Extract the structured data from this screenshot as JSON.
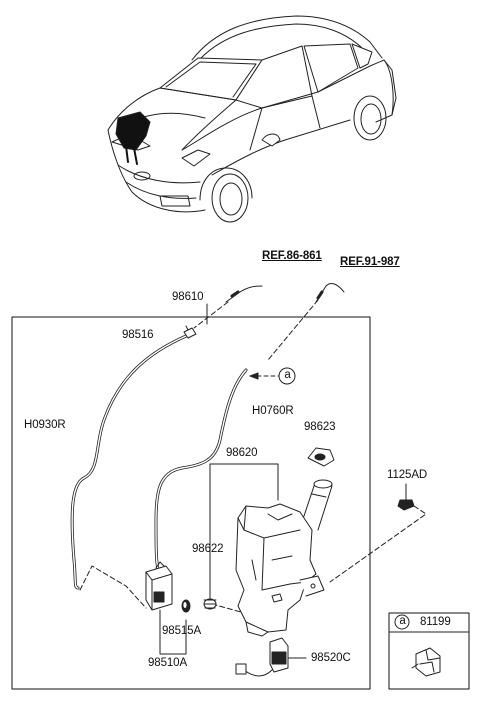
{
  "refs": {
    "ref_left": "REF.86-861",
    "ref_right": "REF.91-987"
  },
  "parts": {
    "p98610": "98610",
    "p98516": "98516",
    "h0930r": "H0930R",
    "h0760r": "H0760R",
    "p98623": "98623",
    "p98620": "98620",
    "p98622": "98622",
    "p1125ad": "1125AD",
    "p98515a": "98515A",
    "p98510a": "98510A",
    "p98520c": "98520C"
  },
  "callout": {
    "letter": "a",
    "inset_letter": "a",
    "inset_part": "81199"
  }
}
